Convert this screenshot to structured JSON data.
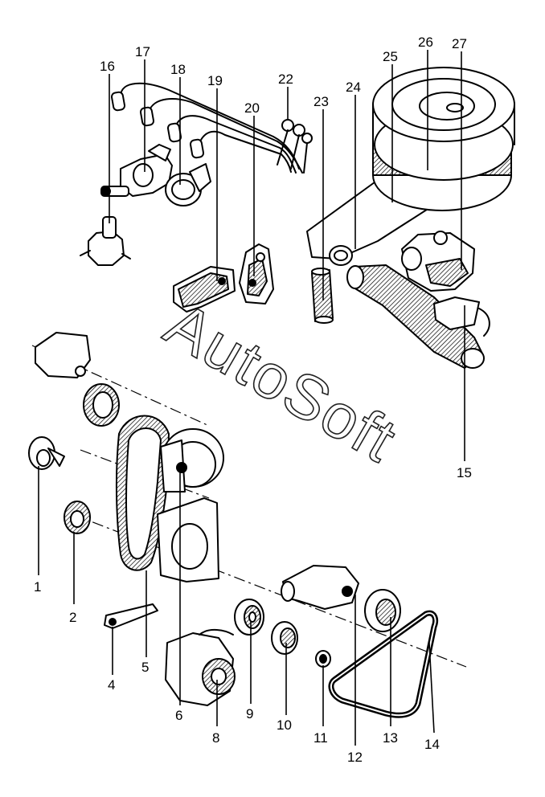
{
  "watermark": "AutoSoft",
  "callouts": [
    {
      "id": "1",
      "label": "1"
    },
    {
      "id": "2",
      "label": "2"
    },
    {
      "id": "4",
      "label": "4"
    },
    {
      "id": "5",
      "label": "5"
    },
    {
      "id": "6",
      "label": "6"
    },
    {
      "id": "8",
      "label": "8"
    },
    {
      "id": "9",
      "label": "9"
    },
    {
      "id": "10",
      "label": "10"
    },
    {
      "id": "11",
      "label": "11"
    },
    {
      "id": "12",
      "label": "12"
    },
    {
      "id": "13",
      "label": "13"
    },
    {
      "id": "14",
      "label": "14"
    },
    {
      "id": "15",
      "label": "15"
    },
    {
      "id": "16",
      "label": "16"
    },
    {
      "id": "17",
      "label": "17"
    },
    {
      "id": "18",
      "label": "18"
    },
    {
      "id": "19",
      "label": "19"
    },
    {
      "id": "20",
      "label": "20"
    },
    {
      "id": "22",
      "label": "22"
    },
    {
      "id": "23",
      "label": "23"
    },
    {
      "id": "24",
      "label": "24"
    },
    {
      "id": "25",
      "label": "25"
    },
    {
      "id": "26",
      "label": "26"
    },
    {
      "id": "27",
      "label": "27"
    }
  ],
  "labels": {
    "c1": "1",
    "c2": "2",
    "c4": "4",
    "c5": "5",
    "c6": "6",
    "c8": "8",
    "c9": "9",
    "c10": "10",
    "c11": "11",
    "c12": "12",
    "c13": "13",
    "c14": "14",
    "c15": "15",
    "c16": "16",
    "c17": "17",
    "c18": "18",
    "c19": "19",
    "c20": "20",
    "c22": "22",
    "c23": "23",
    "c24": "24",
    "c25": "25",
    "c26": "26",
    "c27": "27"
  }
}
